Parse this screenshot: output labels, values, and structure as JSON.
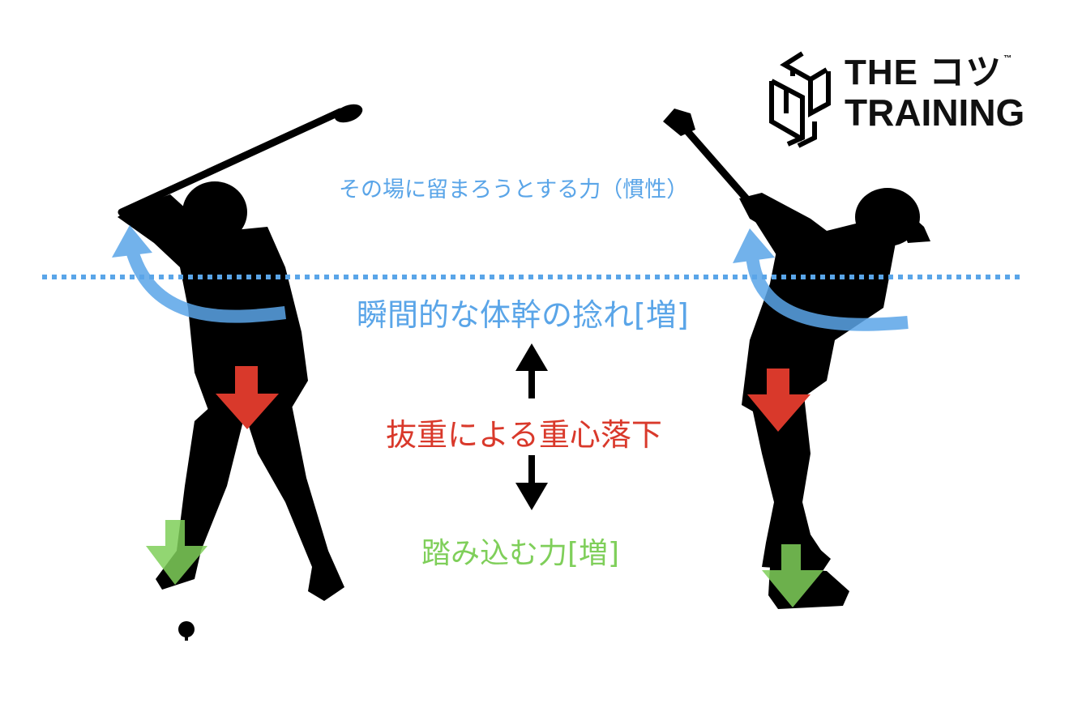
{
  "logo": {
    "line1": "THE コツ",
    "tm": "™",
    "line2": "TRAINING",
    "icon": "geometric-cube-logo-icon"
  },
  "labels": {
    "inertia": "その場に留まろうとする力（慣性）",
    "twist": "瞬間的な体幹の捻れ[増]",
    "drop": "抜重による重心落下",
    "push": "踏み込む力[増]"
  },
  "colors": {
    "blue": "#5aa5e8",
    "red": "#d9392b",
    "green": "#7fcf5a",
    "black": "#000000"
  },
  "icons": {
    "golfer_left": "golfer-backswing-silhouette",
    "golfer_right": "golfer-follow-through-silhouette",
    "rotation_arrow": "curved-rotation-arrow-icon",
    "down_arrow": "down-arrow-icon",
    "up_arrow": "up-arrow-icon"
  }
}
